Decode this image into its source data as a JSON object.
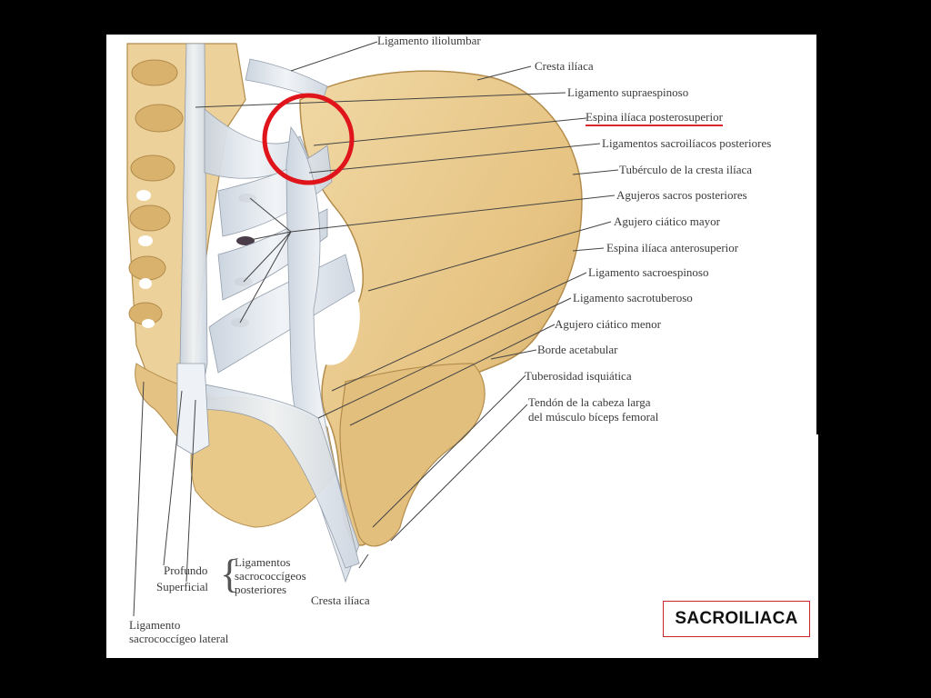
{
  "labels": {
    "ligamento_iliolumbar": "Ligamento iliolumbar",
    "cresta_iliaca_top": "Cresta ilíaca",
    "ligamento_supraespinoso": "Ligamento supraespinoso",
    "espina_iliaca_posterosuperior": "Espina ilíaca posterosuperior",
    "ligamentos_sacroiliacos_posteriores": "Ligamentos sacroilíacos posteriores",
    "tuberculo_cresta_iliaca": "Tubérculo de la cresta ilíaca",
    "agujeros_sacros_posteriores": "Agujeros sacros posteriores",
    "agujero_ciatico_mayor": "Agujero ciático mayor",
    "espina_iliaca_anterosuperior": "Espina ilíaca anterosuperior",
    "ligamento_sacroespinoso": "Ligamento sacroespinoso",
    "ligamento_sacrotuberoso": "Ligamento sacrotuberoso",
    "agujero_ciatico_menor": "Agujero ciático menor",
    "borde_acetabular": "Borde acetabular",
    "tuberosidad_isquiatica": "Tuberosidad isquiática",
    "tendon_line1": "Tendón de la cabeza larga",
    "tendon_line2": "del músculo bíceps femoral",
    "profundo": "Profundo",
    "superficial": "Superficial",
    "ligamentos_line1": "Ligamentos",
    "ligamentos_line2": "sacrococcígeos",
    "ligamentos_line3": "posteriores",
    "cresta_iliaca_bottom": "Cresta ilíaca",
    "ligamento_lateral_line1": "Ligamento",
    "ligamento_lateral_line2": "sacrococcígeo lateral"
  },
  "title_tag": "SACROILIACA",
  "colors": {
    "background": "#000000",
    "panel": "#ffffff",
    "bone": "#e8c98a",
    "bone_shadow": "#c9a461",
    "ligament": "#dfe6ee",
    "highlight_circle": "#e0141b",
    "tag_border": "#c8262b"
  }
}
